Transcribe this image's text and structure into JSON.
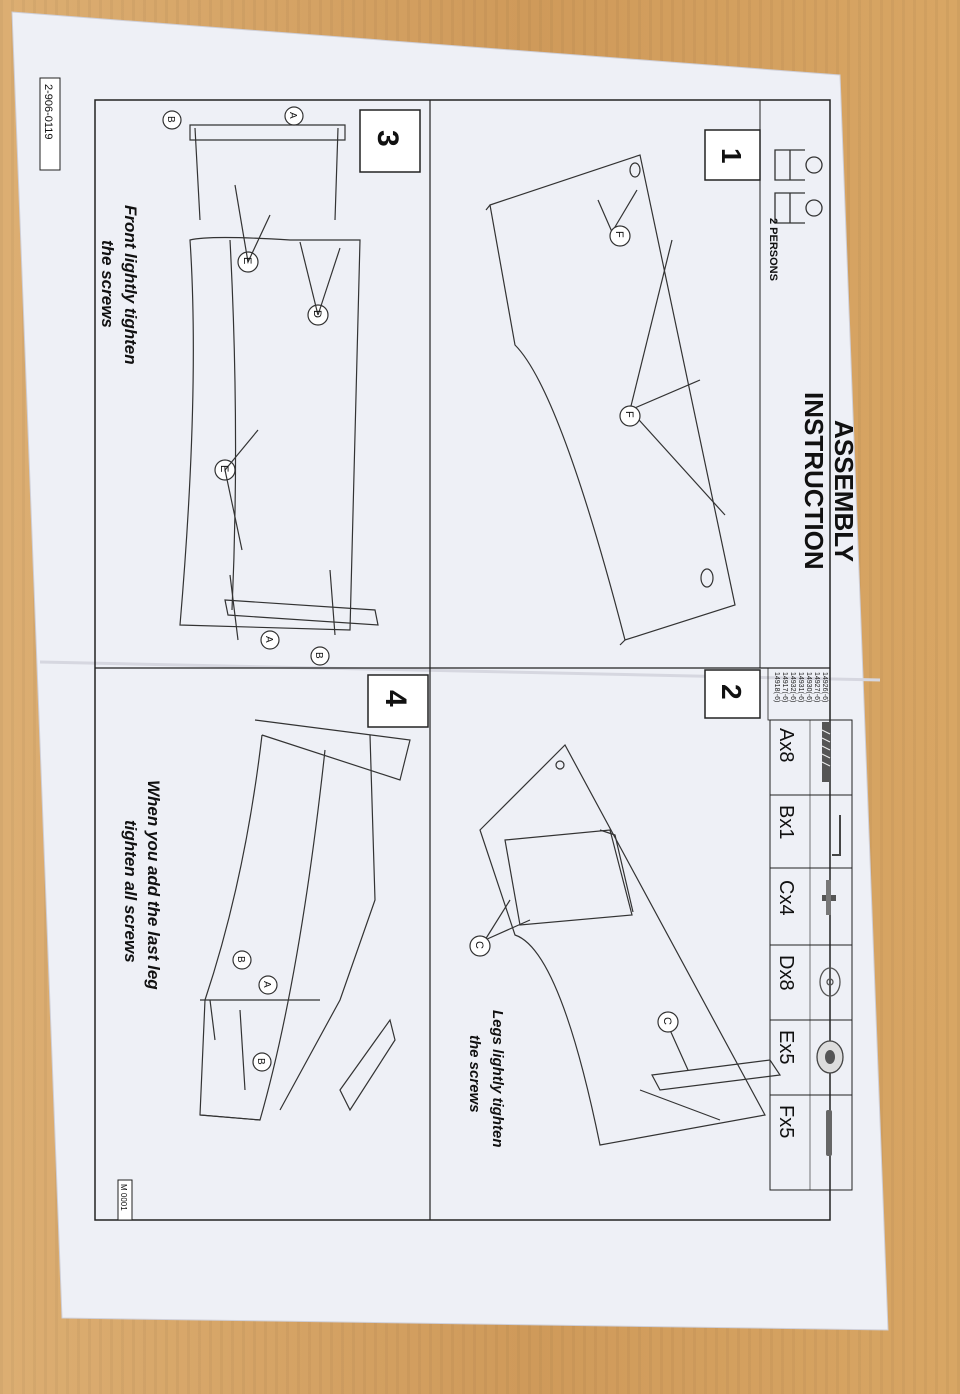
{
  "title_line1": "ASSEMBLY",
  "title_line2": "INSTRUCTION",
  "persons": "2 PERSONS",
  "steps": [
    "1",
    "2",
    "3",
    "4"
  ],
  "parts": [
    {
      "code": "Ax8",
      "icon": "long-screw-icon"
    },
    {
      "code": "Bx1",
      "icon": "allen-key-icon"
    },
    {
      "code": "Cx4",
      "icon": "short-bolt-icon"
    },
    {
      "code": "Dx8",
      "icon": "cam-lock-icon"
    },
    {
      "code": "Ex5",
      "icon": "cam-nut-icon"
    },
    {
      "code": "Fx5",
      "icon": "dowel-icon"
    }
  ],
  "part_numbers": [
    "14926(-6)",
    "14927(-6)",
    "14930(-6)",
    "14931(-6)",
    "14932(-6)",
    "14917(-6)",
    "14918(-6)"
  ],
  "step2_note_line1": "Legs lightly tighten",
  "step2_note_line2": "the screws",
  "step3_note_line1": "Front lightly tighten",
  "step3_note_line2": "the screws",
  "step4_note_line1": "When you add the last leg",
  "step4_note_line2": "tighten all screws",
  "doc_code": "2-906-0119",
  "sheet_code": "M 0001",
  "callouts": {
    "a": "A",
    "b": "B",
    "c": "C",
    "d": "D",
    "e": "E",
    "f": "F"
  }
}
